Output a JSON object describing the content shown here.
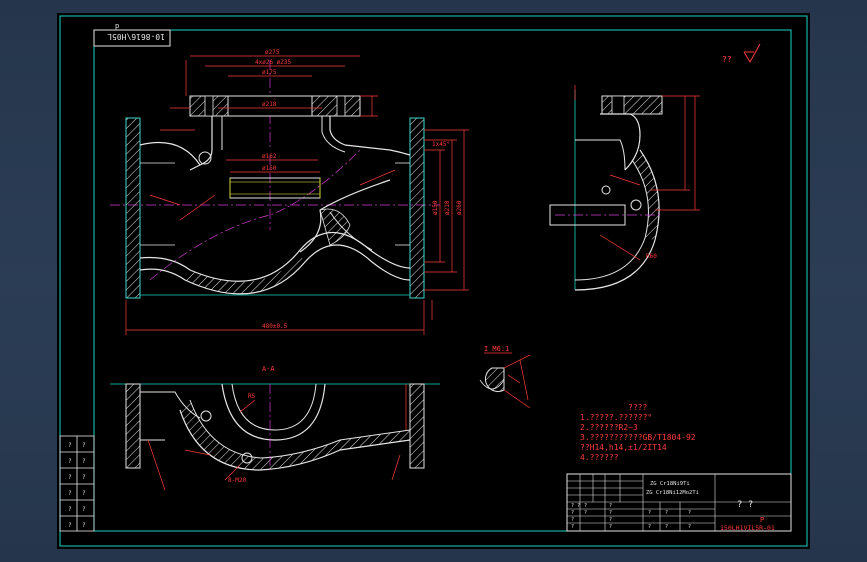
{
  "drawing": {
    "stamp_code": "10-8616\\H05L",
    "stamp_sub": "p",
    "top_right_mark": "??",
    "section_label_bottom": "A-A",
    "detail_label": "I M6:1",
    "notes_title": "????",
    "notes": [
      "1.?????.??????°",
      "2.??????R2~3",
      "3.???????????GB/T1804-92",
      "  ??H14,h14,±1/2IT14",
      "4.??????"
    ],
    "title_block": {
      "material_line1": "ZG Cr18Ni9Ti",
      "material_line2": "ZG Cr18Ni12Mo2Ti",
      "name": "? ?",
      "sheet_mark": "P",
      "drawing_no": "150LH1VIL5R-01"
    },
    "dims": {
      "d275": "ø275",
      "d175": "ø175",
      "d235": "4xø26 ø235",
      "d218": "ø218",
      "d150": "ø150",
      "d162": "ø162",
      "len": "480±0.5",
      "d_side1": "ø210",
      "d_side2": "ø150",
      "d_side3": "ø260",
      "thread": "8-M20",
      "chamfer": "1x45°",
      "r60": "R60",
      "r5": "R5"
    }
  },
  "colors": {
    "sheet_bg": "#000000",
    "border": "#19d3c5",
    "part_line": "#e5e5e5",
    "dim_line": "#ff3b3b",
    "center_line": "#d43bd4",
    "hatch": "#e5e5e5"
  }
}
